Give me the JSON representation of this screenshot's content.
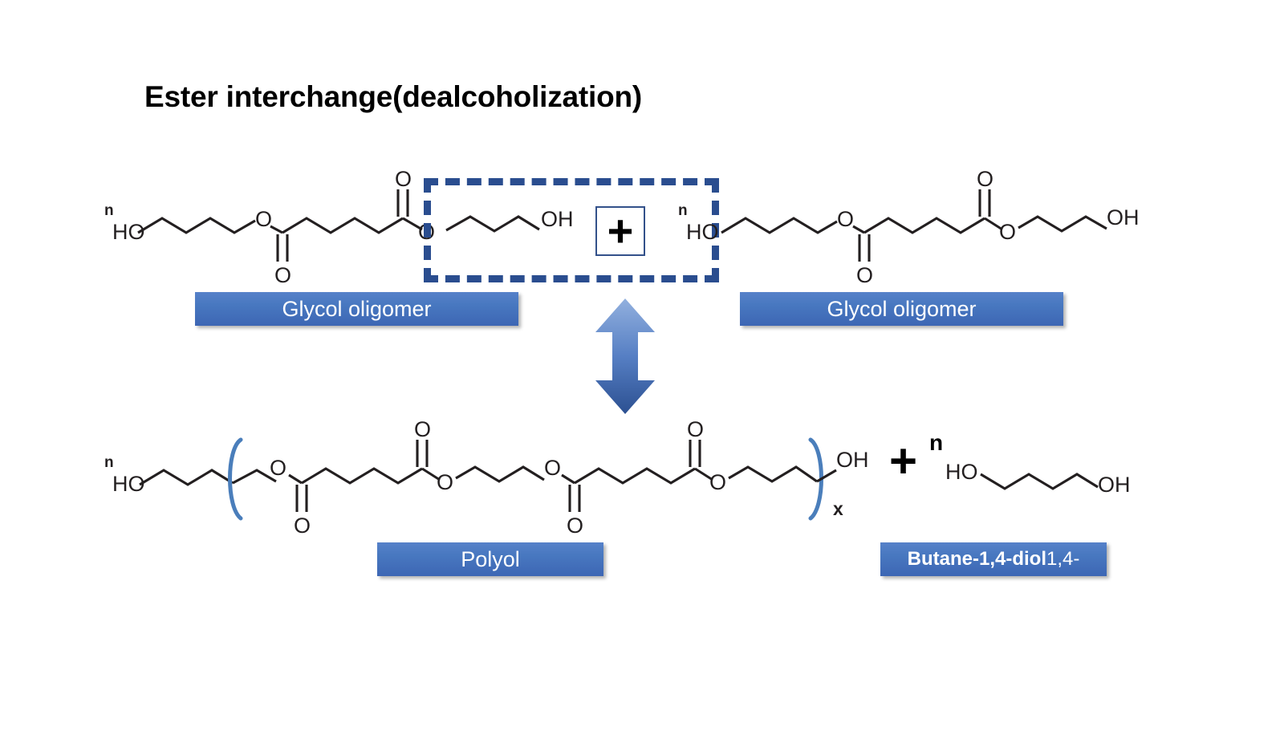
{
  "slide": {
    "title": "Ester interchange(dealcoholization)",
    "background_color": "#ffffff"
  },
  "colors": {
    "caption_blue_top": "#5681c9",
    "caption_blue_bottom": "#3d66b4",
    "dashed_box_blue": "#2a4d8f",
    "bracket_blue": "#4a7ebb",
    "arrow_blue_top": "#8faddd",
    "arrow_blue_bottom": "#2e5596",
    "bond_black": "#231f20"
  },
  "reactants": {
    "left_molecule": {
      "name": "glycol-oligomer-left",
      "labels": {
        "repeat_n": "n",
        "terminal_left": "HO",
        "ester_o_1": "O",
        "carbonyl_o_1": "O",
        "carbonyl_o_2": "O",
        "ester_o_2": "O",
        "terminal_right": "OH"
      }
    },
    "right_molecule": {
      "name": "glycol-oligomer-right",
      "labels": {
        "repeat_n": "n",
        "terminal_left": "HO",
        "ester_o_1": "O",
        "carbonyl_o_1": "O",
        "carbonyl_o_2": "O",
        "ester_o_2": "O",
        "terminal_right": "OH"
      }
    },
    "plus_sign": "+",
    "caption_left": "Glycol oligomer",
    "caption_right": "Glycol oligomer"
  },
  "arrow": {
    "name": "double-headed-equilibrium-arrow",
    "direction": "up-down"
  },
  "products": {
    "polyol": {
      "name": "polyol",
      "labels": {
        "repeat_n": "n",
        "terminal_left": "HO",
        "ester_o_1": "O",
        "carbonyl_o_1": "O",
        "carbonyl_o_1b": "O",
        "ester_o_2": "O",
        "ester_o_3": "O",
        "carbonyl_o_2": "O",
        "carbonyl_o_2b": "O",
        "ester_o_4": "O",
        "terminal_right": "OH",
        "bracket_subscript": "x"
      },
      "caption": "Polyol"
    },
    "plus_sign": "+",
    "plus_coefficient": "n",
    "butanediol": {
      "name": "butane-1-4-diol",
      "labels": {
        "terminal_left": "HO",
        "terminal_right": "OH"
      },
      "caption_bold": "Butane-1,4-diol",
      "caption_rest": " 1,4-"
    }
  }
}
